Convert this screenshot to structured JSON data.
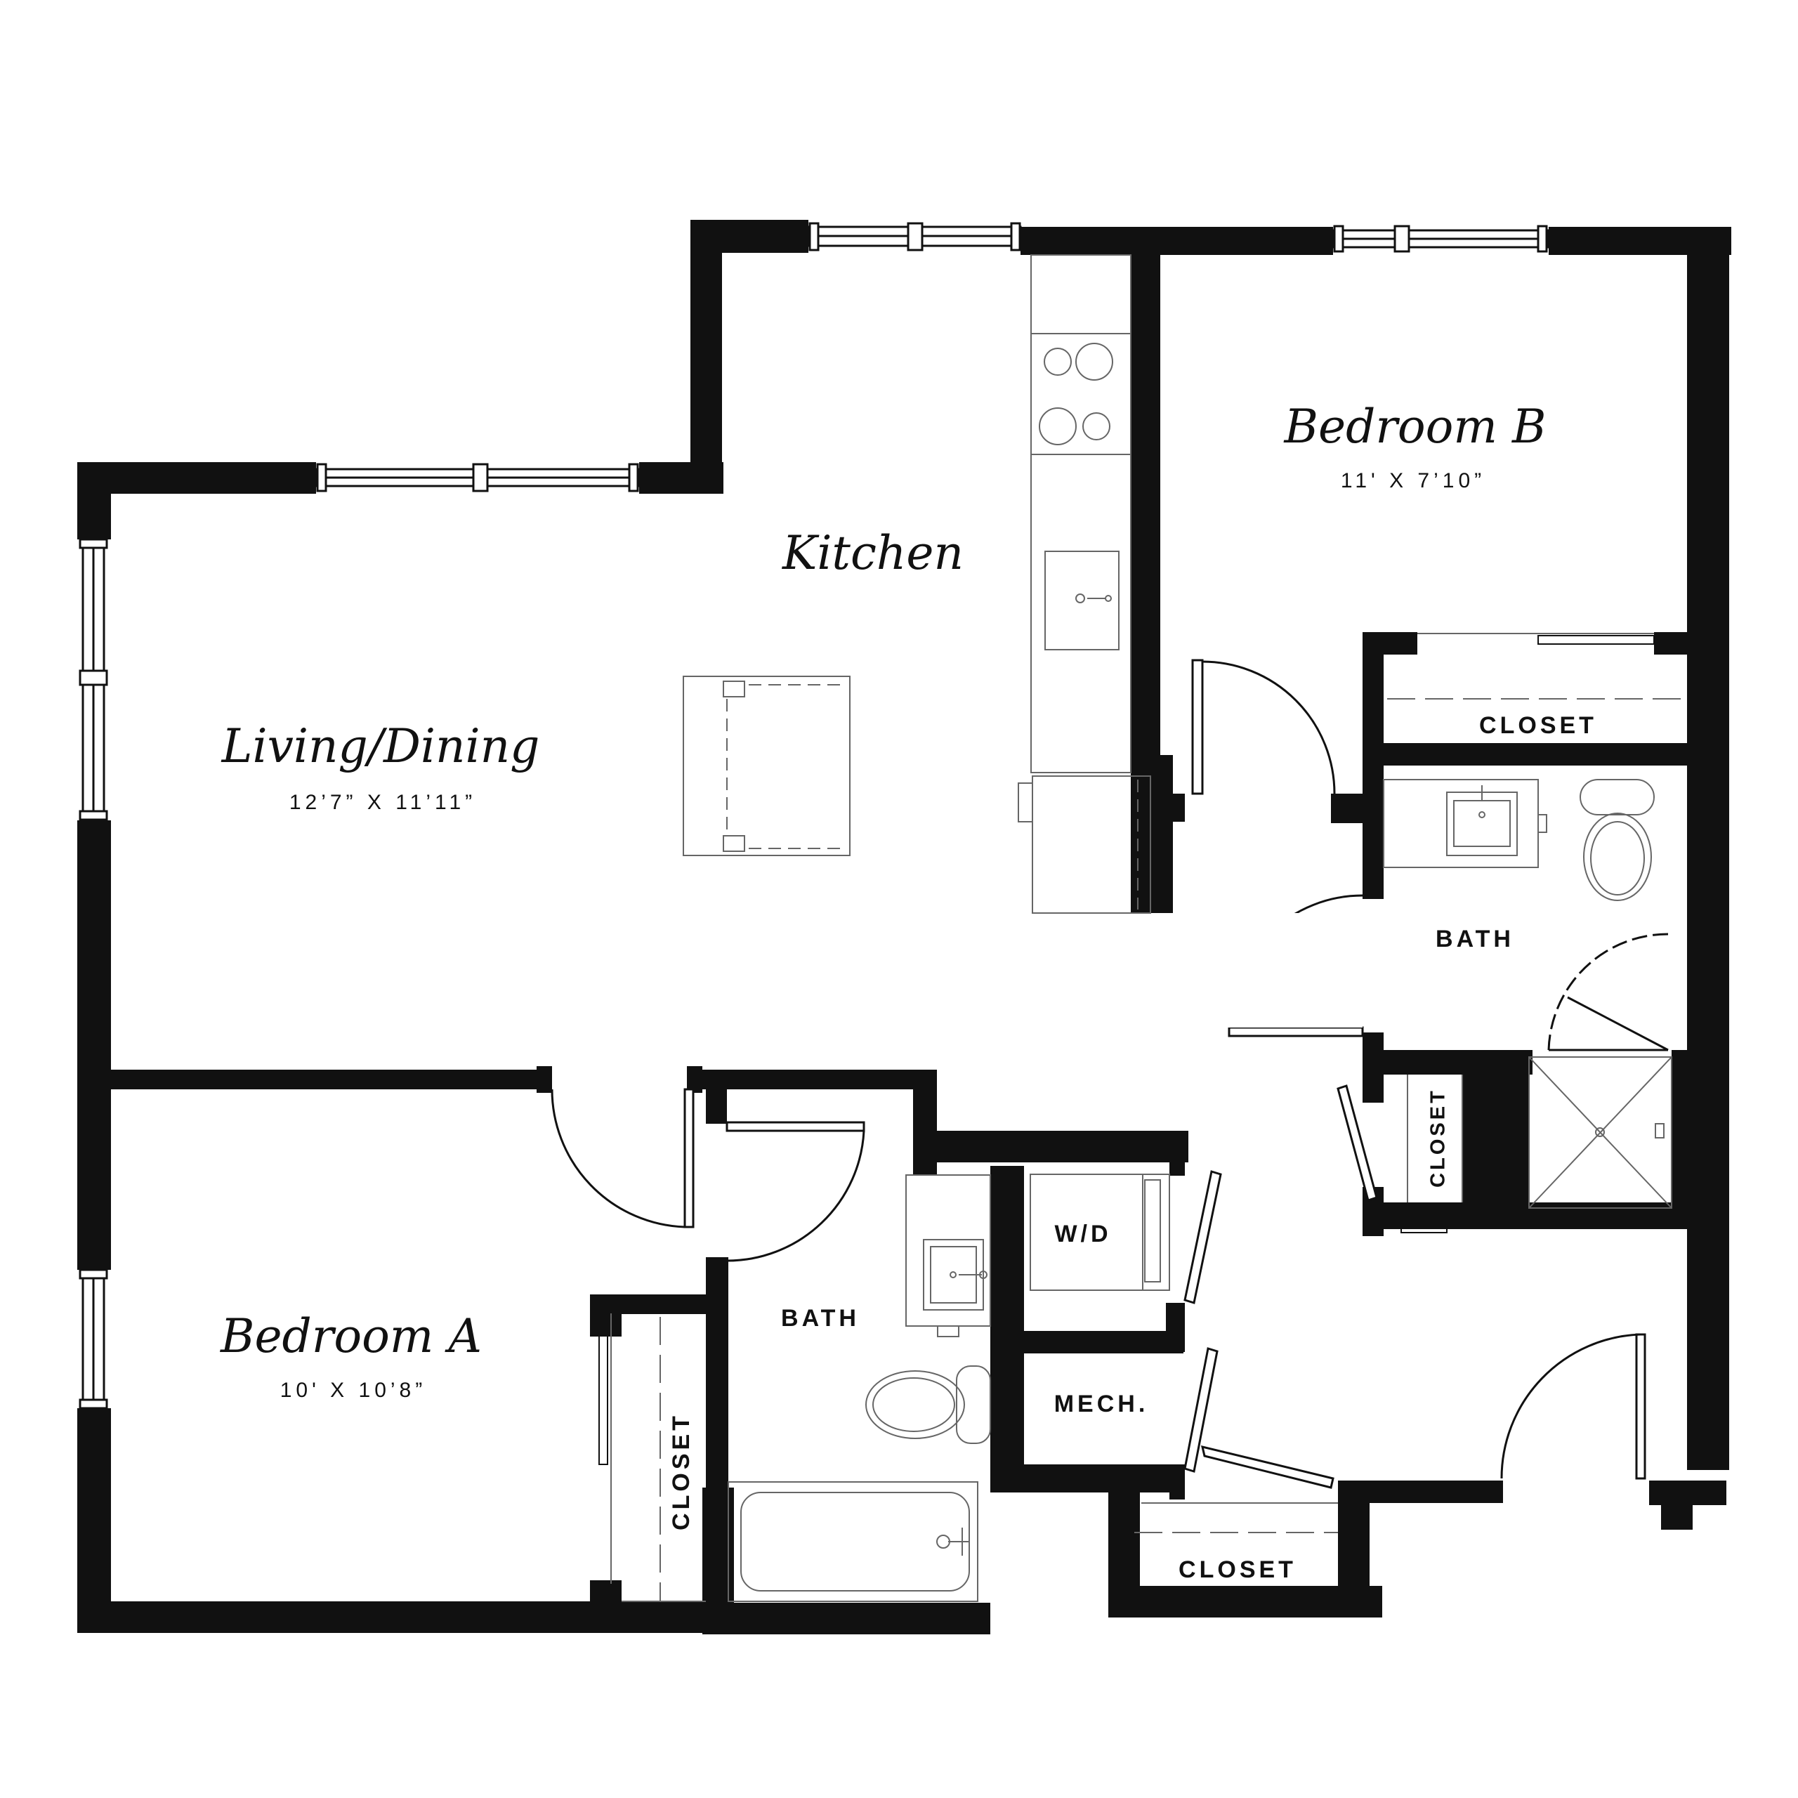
{
  "rooms": {
    "bedroom_b": {
      "name": "Bedroom B",
      "dims": "11' X 7’10”"
    },
    "kitchen": {
      "name": "Kitchen"
    },
    "living_dining": {
      "name": "Living/Dining",
      "dims": "12’7” X 11’11”"
    },
    "bedroom_a": {
      "name": "Bedroom A",
      "dims": "10' X 10’8”"
    }
  },
  "labels": {
    "closet_bed_b": "CLOSET",
    "bath_upper": "BATH",
    "closet_hall_vertical": "CLOSET",
    "wd": "W/D",
    "mech": "MECH.",
    "bath_lower": "BATH",
    "closet_bed_a": "CLOSET",
    "closet_entry": "CLOSET"
  },
  "colors": {
    "wall": "#111111",
    "fixture": "#666666",
    "background": "#ffffff"
  }
}
